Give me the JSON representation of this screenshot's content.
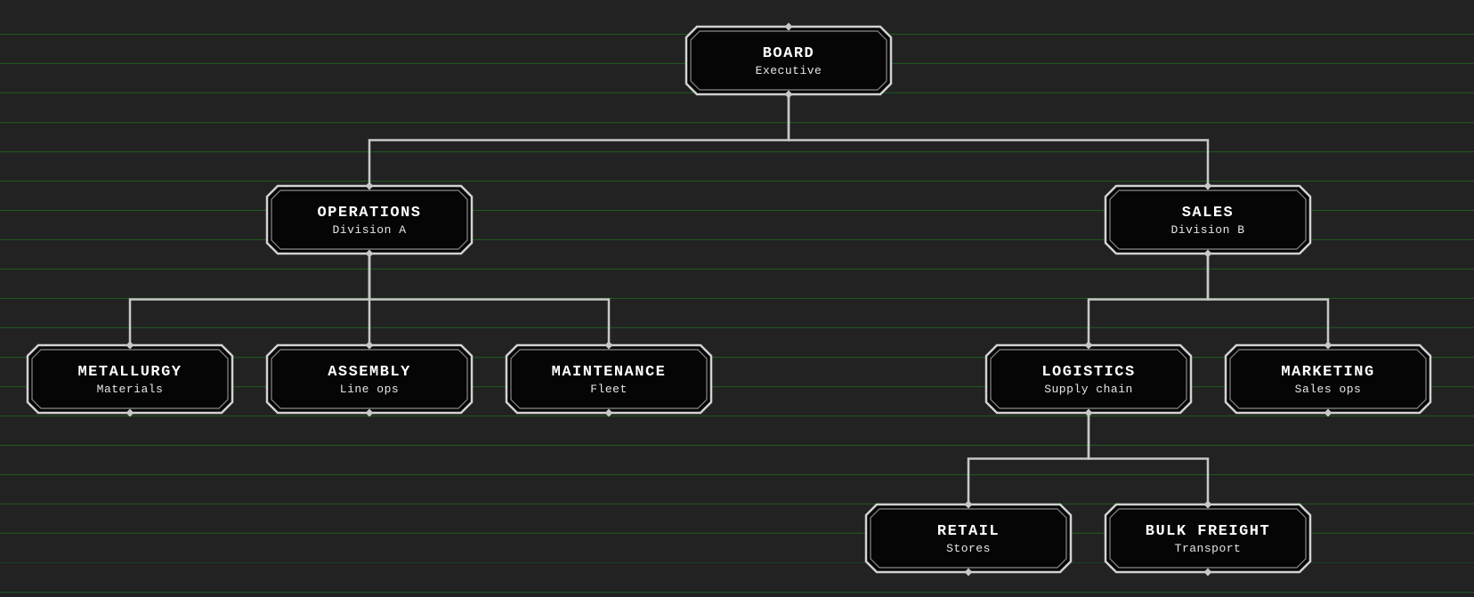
{
  "diagram": {
    "type": "org-chart",
    "nodes": [
      {
        "id": "board",
        "title": "BOARD",
        "subtitle": "Executive",
        "parent": null
      },
      {
        "id": "operations",
        "title": "OPERATIONS",
        "subtitle": "Division A",
        "parent": "board"
      },
      {
        "id": "sales",
        "title": "SALES",
        "subtitle": "Division B",
        "parent": "board"
      },
      {
        "id": "metallurgy",
        "title": "METALLURGY",
        "subtitle": "Materials",
        "parent": "operations"
      },
      {
        "id": "assembly",
        "title": "ASSEMBLY",
        "subtitle": "Line ops",
        "parent": "operations"
      },
      {
        "id": "maintenance",
        "title": "MAINTENANCE",
        "subtitle": "Fleet",
        "parent": "operations"
      },
      {
        "id": "logistics",
        "title": "LOGISTICS",
        "subtitle": "Supply chain",
        "parent": "sales"
      },
      {
        "id": "marketing",
        "title": "MARKETING",
        "subtitle": "Sales ops",
        "parent": "sales"
      },
      {
        "id": "retail",
        "title": "RETAIL",
        "subtitle": "Stores",
        "parent": "logistics"
      },
      {
        "id": "bulk-freight",
        "title": "BULK FREIGHT",
        "subtitle": "Transport",
        "parent": "logistics"
      }
    ]
  },
  "colors": {
    "background": "#222222",
    "grid_line": "#1f5a1f",
    "node_fill": "#050505",
    "node_border": "#d2d2d2",
    "connector": "#c8c8c8",
    "text": "#ffffff"
  }
}
